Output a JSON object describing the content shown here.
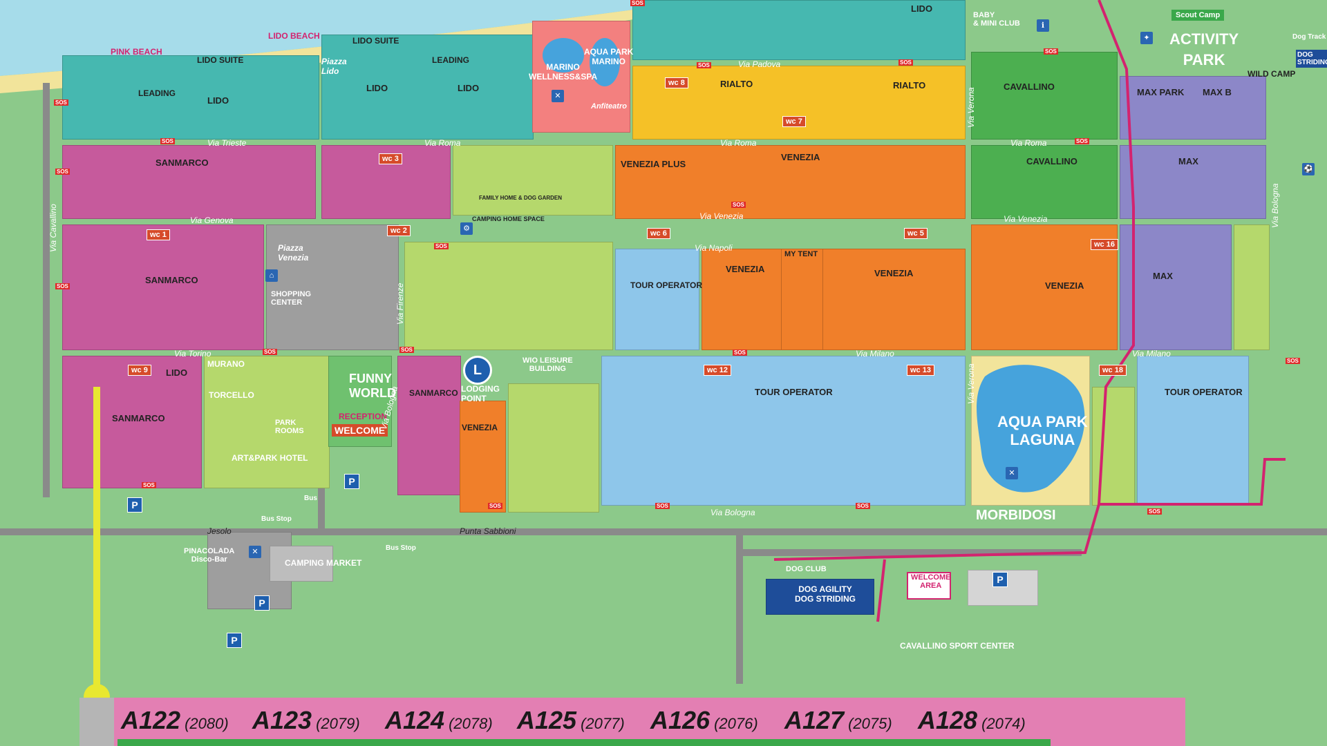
{
  "map": {
    "zones": {
      "activity_park": "ACTIVITY\nPARK",
      "scout_camp": "Scout Camp",
      "baby_mini_club": "BABY\n& MINI CLUB",
      "dog_track": "Dog Track",
      "dog_striding": "DOG\nSTRIDING",
      "wild_camp": "WILD CAMP",
      "lido_suite_1": "LIDO SUITE",
      "lido_suite_2": "LIDO SUITE",
      "lido_beach": "LIDO BEACH",
      "pink_beach": "PINK BEACH",
      "leading_1": "LEADING",
      "leading_2": "LEADING",
      "lido_1": "LIDO",
      "lido_2": "LIDO",
      "lido_3": "LIDO",
      "lido_4": "LIDO",
      "lido_5": "LIDO",
      "piazza_lido": "Piazza\nLido",
      "marino_wellness": "MARINO\nWELLNESS&SPA",
      "aqua_park_marino": "AQUA PARK\nMARINO",
      "anfiteatro": "Anfiteatro",
      "rialto_1": "RIALTO",
      "rialto_2": "RIALTO",
      "cavallino_1": "CAVALLINO",
      "cavallino_2": "CAVALLINO",
      "max_park": "MAX PARK",
      "max_b": "MAX B",
      "max_1": "MAX",
      "max_2": "MAX",
      "sanmarco_1": "SANMARCO",
      "sanmarco_2": "SANMARCO",
      "sanmarco_3": "SANMARCO",
      "sanmarco_4": "SANMARCO",
      "family_home": "FAMILY HOME & DOG GARDEN",
      "camping_home_space": "CAMPING HOME SPACE",
      "venezia_plus": "VENEZIA PLUS",
      "venezia_1": "VENEZIA",
      "venezia_2": "VENEZIA",
      "venezia_3": "VENEZIA",
      "venezia_4": "VENEZIA",
      "venezia_5": "VENEZIA",
      "my_tent": "MY TENT",
      "tour_operator_1": "TOUR OPERATOR",
      "tour_operator_2": "TOUR OPERATOR",
      "tour_operator_3": "TOUR OPERATOR",
      "piazza_venezia": "Piazza\nVenezia",
      "shopping_center": "SHOPPING\nCENTER",
      "funny_world": "FUNNY\nWORLD",
      "reception": "RECEPTION",
      "welcome": "WELCOME",
      "murano": "MURANO",
      "torcello": "TORCELLO",
      "park_rooms": "PARK\nROOMS",
      "art_park_hotel": "ART&PARK HOTEL",
      "lodging_point": "LODGING\nPOINT",
      "wio_leisure": "WIO LEISURE\nBUILDING",
      "aqua_park_laguna": "AQUA PARK\nLAGUNA",
      "morbidosi": "MORBIDOSI",
      "pinacolada": "PINACOLADA\nDisco-Bar",
      "camping_market": "CAMPING MARKET",
      "dog_club": "DOG CLUB",
      "dog_agility": "DOG AGILITY\nDOG STRIDING",
      "welcome_area": "WELCOME\nAREA",
      "cavallino_sport": "CAVALLINO SPORT CENTER",
      "bus_stop_1": "Bus Stop",
      "bus_stop_2": "Bus Stop",
      "bus": "Bus"
    },
    "streets": {
      "via_padova": "Via Padova",
      "via_roma_1": "Via Roma",
      "via_roma_2": "Via Roma",
      "via_roma_3": "Via Roma",
      "via_trieste": "Via Trieste",
      "via_genova": "Via Genova",
      "via_venezia_1": "Via Venezia",
      "via_venezia_2": "Via Venezia",
      "via_napoli": "Via Napoli",
      "via_torino": "Via Torino",
      "via_milano_1": "Via Milano",
      "via_milano_2": "Via Milano",
      "via_bologna_1": "Via Bologna",
      "via_bologna_2": "Via Bologna",
      "via_bologna_3": "Via Bologna",
      "via_verona_1": "Via Verona",
      "via_verona_2": "Via Verona",
      "via_cavallino": "Via Cavallino",
      "via_firenze": "Via Firenze",
      "jesolo": "Jesolo",
      "punta_sabbioni": "Punta Sabbioni"
    },
    "wc_labels": [
      "wc 8",
      "wc 7",
      "wc 3",
      "wc 1",
      "wc 2",
      "wc 6",
      "wc 5",
      "wc 16",
      "wc 9",
      "wc 12",
      "wc 13",
      "wc 18"
    ],
    "sos": "SOS",
    "parking": "P",
    "bottom_pitches": [
      {
        "code": "A122",
        "num": "(2080)"
      },
      {
        "code": "A123",
        "num": "(2079)"
      },
      {
        "code": "A124",
        "num": "(2078)"
      },
      {
        "code": "A125",
        "num": "(2077)"
      },
      {
        "code": "A126",
        "num": "(2076)"
      },
      {
        "code": "A127",
        "num": "(2075)"
      },
      {
        "code": "A128",
        "num": "(2074)"
      }
    ],
    "colors": {
      "teal": "#46b8b0",
      "yellow": "#f5c127",
      "orange": "#f07f2a",
      "green": "#4caf50",
      "purple": "#8c87c8",
      "pink": "#c65a9c",
      "light_blue": "#8ec6ea",
      "lime": "#b5d86c",
      "sand": "#f2e49b",
      "sea": "#a6dcea",
      "grass": "#8cc98a",
      "road": "#8a8a8a",
      "magenta_path": "#d3236f",
      "yellow_path": "#e8e830"
    }
  }
}
